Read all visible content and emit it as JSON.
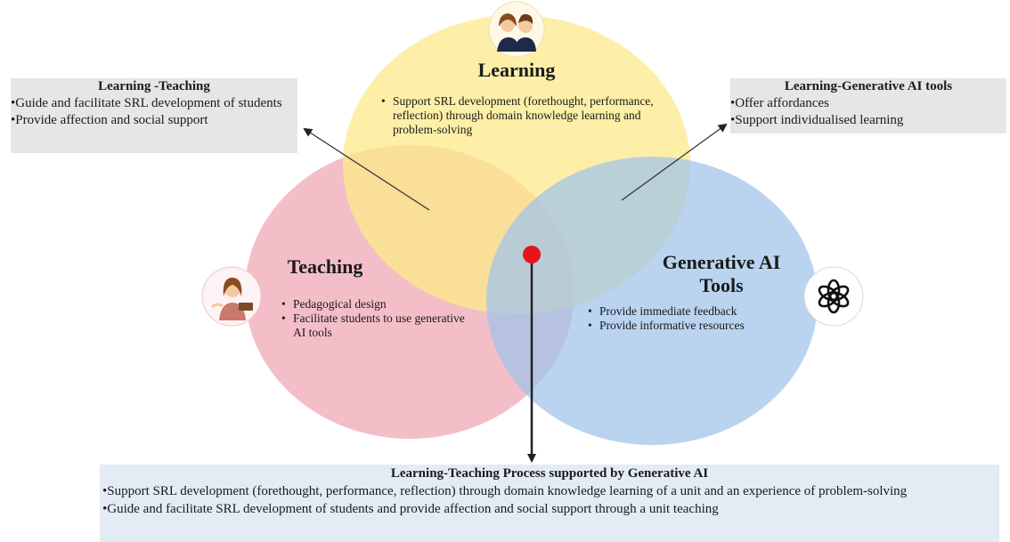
{
  "box_learning_teaching": {
    "title": "Learning -Teaching",
    "items": [
      "•Guide and facilitate SRL development of students",
      "•Provide affection and social support"
    ]
  },
  "box_learning_genai": {
    "title": "Learning-Generative AI tools",
    "items": [
      "•Offer affordances",
      "•Support individualised learning"
    ]
  },
  "learning": {
    "title": "Learning",
    "items": [
      "Support SRL development (forethought, performance, reflection) through domain knowledge learning and problem-solving"
    ]
  },
  "teaching": {
    "title": "Teaching",
    "items": [
      "Pedagogical design",
      "Facilitate students to use generative AI tools"
    ]
  },
  "genai": {
    "title": "Generative AI Tools",
    "items": [
      "Provide immediate feedback",
      "Provide informative resources"
    ]
  },
  "box_process": {
    "title": "Learning-Teaching Process supported by Generative AI",
    "items": [
      "•Support SRL development (forethought, performance, reflection) through domain knowledge learning of a unit and an experience of problem-solving",
      "•Guide and facilitate SRL development of students and provide affection and social support through a unit teaching"
    ]
  },
  "icons": {
    "learning": "students-icon",
    "teaching": "teacher-icon",
    "genai": "openai-logo-icon"
  },
  "colors": {
    "learning": "#fce98a",
    "teaching": "#f0a8b6",
    "genai": "#9fc3ea",
    "marker": "#e8141c",
    "box": "#e6e6e6",
    "process_box": "#e3ebf5"
  }
}
